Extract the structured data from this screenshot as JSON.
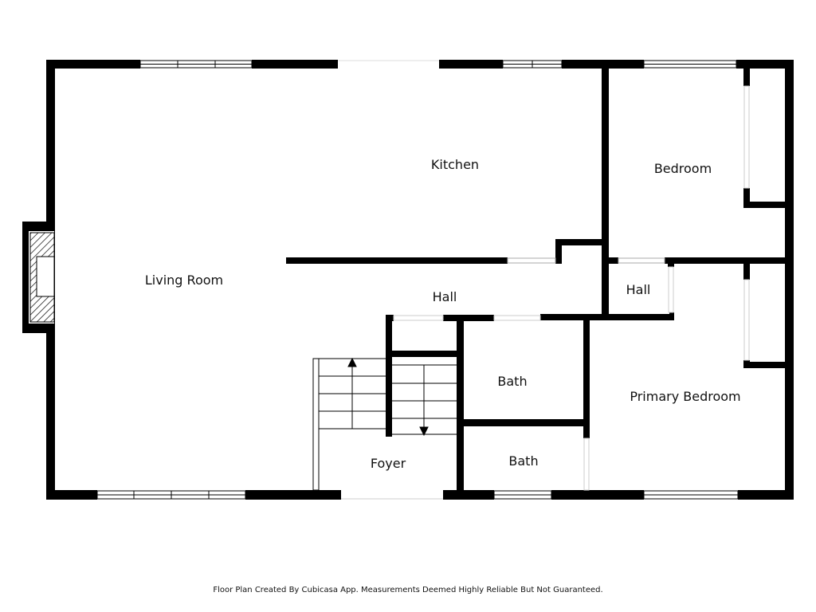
{
  "rooms": {
    "kitchen": "Kitchen",
    "bedroom": "Bedroom",
    "living_room": "Living Room",
    "hall_main": "Hall",
    "hall_small": "Hall",
    "bath_upper": "Bath",
    "bath_lower": "Bath",
    "primary_bedroom": "Primary Bedroom",
    "foyer": "Foyer"
  },
  "footer": "Floor Plan Created By Cubicasa App. Measurements Deemed Highly Reliable But Not Guaranteed."
}
